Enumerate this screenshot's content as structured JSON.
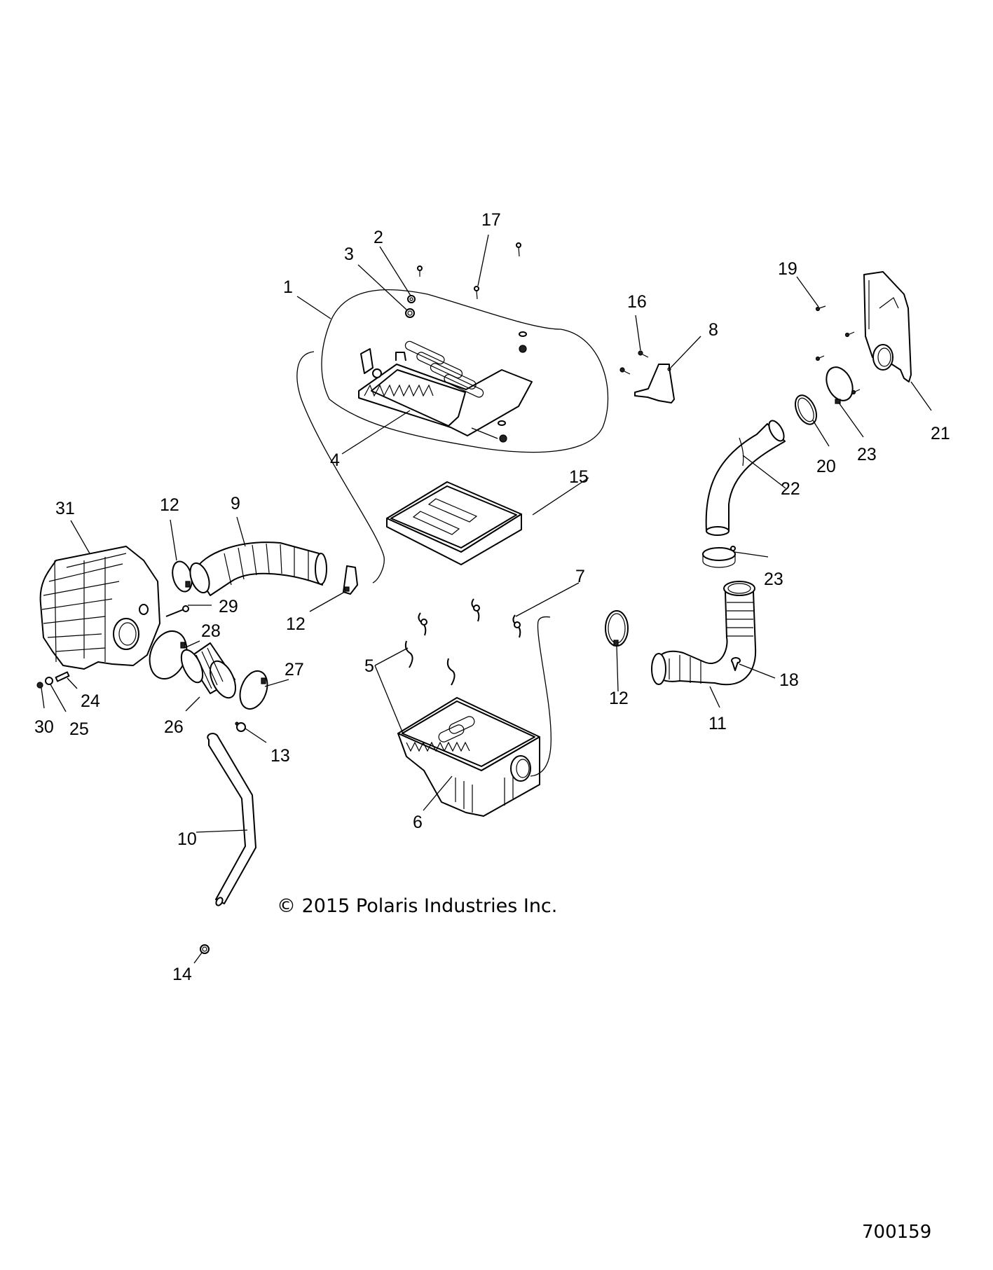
{
  "diagram": {
    "title": "Air Intake / Air Box Assembly Exploded View",
    "copyright": "© 2015 Polaris Industries Inc.",
    "figure_number": "700159",
    "callouts": [
      {
        "id": "c1",
        "text": "1"
      },
      {
        "id": "c2",
        "text": "2"
      },
      {
        "id": "c3",
        "text": "3"
      },
      {
        "id": "c4",
        "text": "4"
      },
      {
        "id": "c5",
        "text": "5"
      },
      {
        "id": "c6",
        "text": "6"
      },
      {
        "id": "c7",
        "text": "7"
      },
      {
        "id": "c8",
        "text": "8"
      },
      {
        "id": "c9",
        "text": "9"
      },
      {
        "id": "c10",
        "text": "10"
      },
      {
        "id": "c11",
        "text": "11"
      },
      {
        "id": "c12a",
        "text": "12"
      },
      {
        "id": "c12b",
        "text": "12"
      },
      {
        "id": "c12c",
        "text": "12"
      },
      {
        "id": "c13",
        "text": "13"
      },
      {
        "id": "c14",
        "text": "14"
      },
      {
        "id": "c15",
        "text": "15"
      },
      {
        "id": "c16",
        "text": "16"
      },
      {
        "id": "c17",
        "text": "17"
      },
      {
        "id": "c18",
        "text": "18"
      },
      {
        "id": "c19",
        "text": "19"
      },
      {
        "id": "c20",
        "text": "20"
      },
      {
        "id": "c21",
        "text": "21"
      },
      {
        "id": "c22",
        "text": "22"
      },
      {
        "id": "c23a",
        "text": "23"
      },
      {
        "id": "c23b",
        "text": "23"
      },
      {
        "id": "c24",
        "text": "24"
      },
      {
        "id": "c25",
        "text": "25"
      },
      {
        "id": "c26",
        "text": "26"
      },
      {
        "id": "c27",
        "text": "27"
      },
      {
        "id": "c28",
        "text": "28"
      },
      {
        "id": "c29",
        "text": "29"
      },
      {
        "id": "c30",
        "text": "30"
      },
      {
        "id": "c31",
        "text": "31"
      }
    ]
  }
}
